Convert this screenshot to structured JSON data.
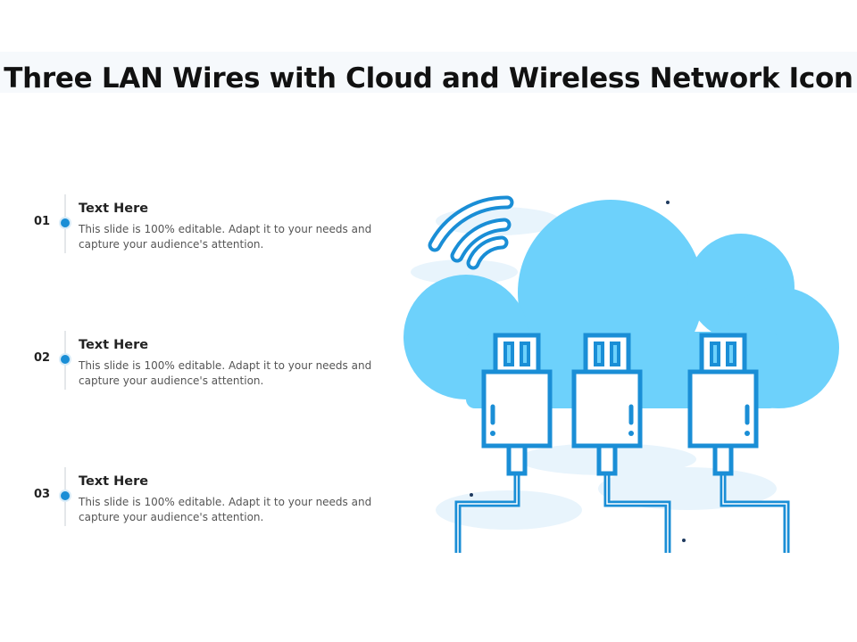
{
  "slide": {
    "title": "Three LAN Wires with Cloud and Wireless Network Icon"
  },
  "items": [
    {
      "number": "01",
      "heading": "Text Here",
      "body": "This slide is 100% editable. Adapt it to your needs and capture your audience's attention."
    },
    {
      "number": "02",
      "heading": "Text Here",
      "body": "This slide is 100% editable. Adapt it to your needs and capture your audience's attention."
    },
    {
      "number": "03",
      "heading": "Text Here",
      "body": "This slide is 100% editable. Adapt it to your needs and capture your audience's attention."
    }
  ],
  "illustration": {
    "icons": [
      "cloud-icon",
      "wifi-icon",
      "lan-plug-icon"
    ],
    "colors": {
      "cloud": "#6dd1fb",
      "line": "#1a8ed6",
      "shadow": "#e8f4fc",
      "accent": "#1f3a5f"
    }
  }
}
